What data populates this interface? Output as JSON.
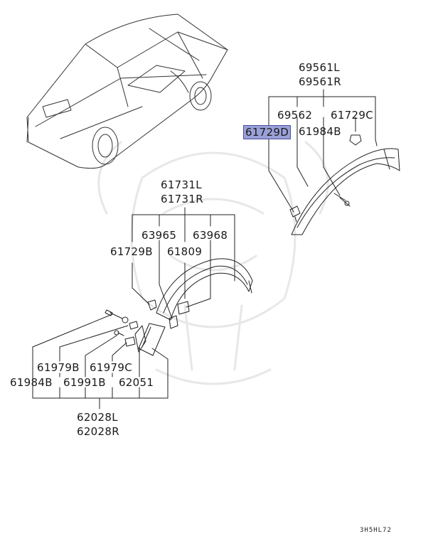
{
  "labels": {
    "p69561L": "69561L",
    "p69561R": "69561R",
    "p69562": "69562",
    "p61729C_top": "61729C",
    "p61729D": "61729D",
    "p61984B_top": "61984B",
    "p61731L": "61731L",
    "p61731R": "61731R",
    "p63965": "63965",
    "p63968": "63968",
    "p61729B": "61729B",
    "p61809": "61809",
    "p61979B": "61979B",
    "p61979C": "61979C",
    "p61984B_bot": "61984B",
    "p61991B": "61991B",
    "p62051": "62051",
    "p62028L": "62028L",
    "p62028R": "62028R"
  },
  "highlight_color": "#9aa0d8",
  "diagram_code": "3H5HL72"
}
